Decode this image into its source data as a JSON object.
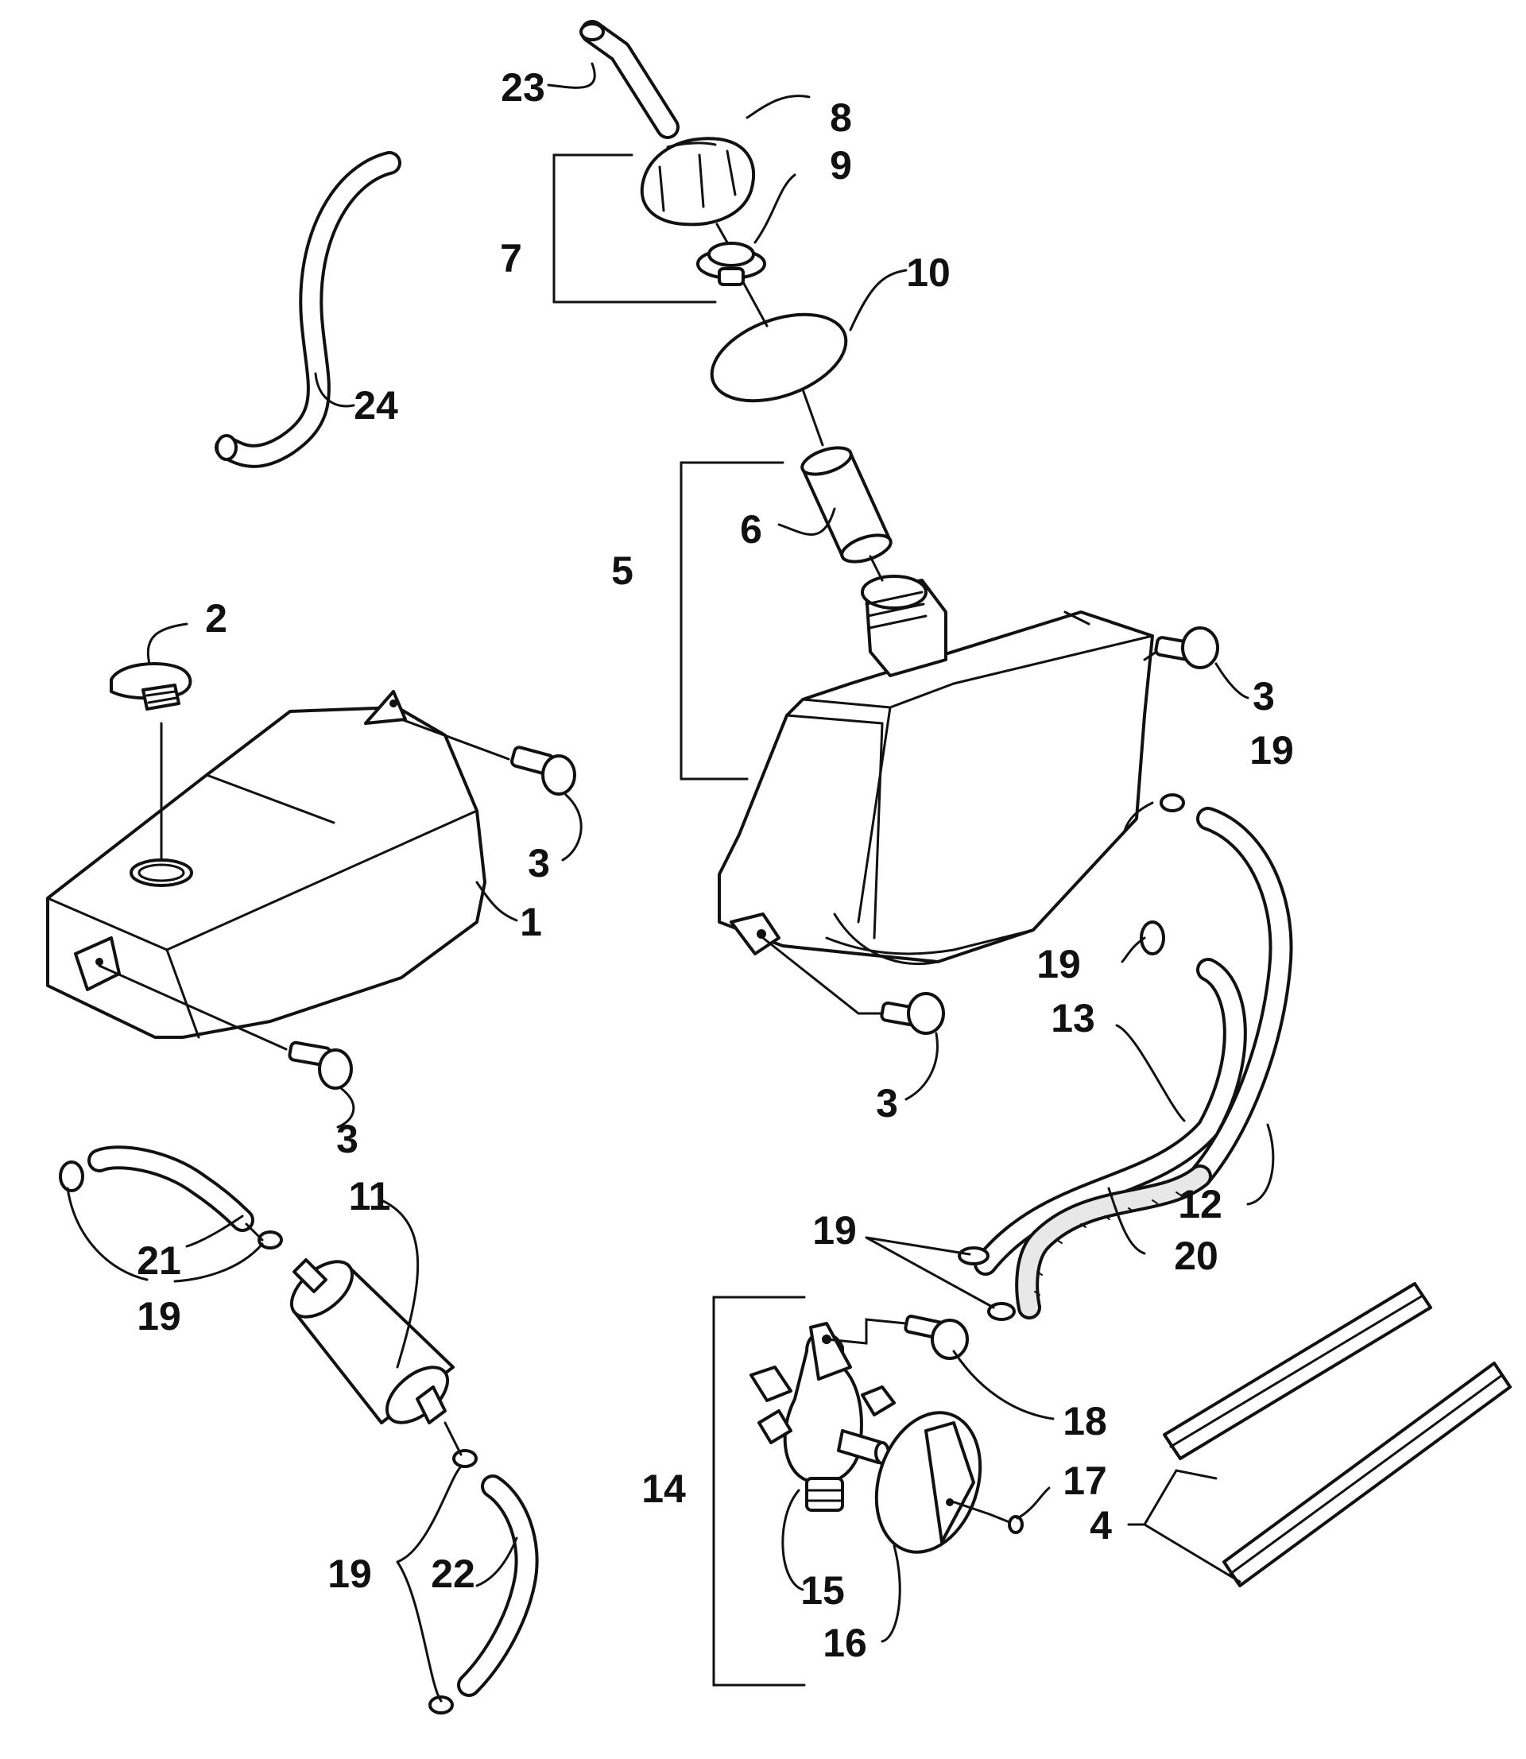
{
  "diagram": {
    "callouts": [
      {
        "id": "1",
        "label": "1"
      },
      {
        "id": "2",
        "label": "2"
      },
      {
        "id": "3a",
        "label": "3"
      },
      {
        "id": "3b",
        "label": "3"
      },
      {
        "id": "3c",
        "label": "3"
      },
      {
        "id": "3d",
        "label": "3"
      },
      {
        "id": "4",
        "label": "4"
      },
      {
        "id": "5",
        "label": "5"
      },
      {
        "id": "6",
        "label": "6"
      },
      {
        "id": "7",
        "label": "7"
      },
      {
        "id": "8",
        "label": "8"
      },
      {
        "id": "9",
        "label": "9"
      },
      {
        "id": "10",
        "label": "10"
      },
      {
        "id": "11",
        "label": "11"
      },
      {
        "id": "12",
        "label": "12"
      },
      {
        "id": "13",
        "label": "13"
      },
      {
        "id": "14",
        "label": "14"
      },
      {
        "id": "15",
        "label": "15"
      },
      {
        "id": "16",
        "label": "16"
      },
      {
        "id": "17",
        "label": "17"
      },
      {
        "id": "18",
        "label": "18"
      },
      {
        "id": "19a",
        "label": "19"
      },
      {
        "id": "19b",
        "label": "19"
      },
      {
        "id": "19c",
        "label": "19"
      },
      {
        "id": "19d",
        "label": "19"
      },
      {
        "id": "19e",
        "label": "19"
      },
      {
        "id": "20",
        "label": "20"
      },
      {
        "id": "21",
        "label": "21"
      },
      {
        "id": "22",
        "label": "22"
      },
      {
        "id": "23",
        "label": "23"
      },
      {
        "id": "24",
        "label": "24"
      }
    ]
  }
}
